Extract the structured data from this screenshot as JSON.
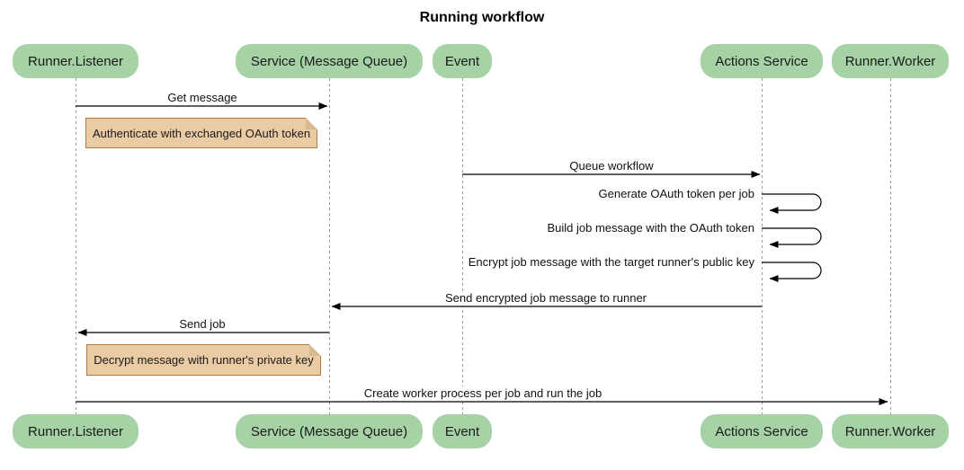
{
  "title": "Running workflow",
  "actors": [
    {
      "id": "runner-listener",
      "label": "Runner.Listener"
    },
    {
      "id": "service-message-queue",
      "label": "Service (Message Queue)"
    },
    {
      "id": "event",
      "label": "Event"
    },
    {
      "id": "actions-service",
      "label": "Actions Service"
    },
    {
      "id": "runner-worker",
      "label": "Runner.Worker"
    }
  ],
  "messages": [
    {
      "from": "Runner.Listener",
      "to": "Service (Message Queue)",
      "direction": "right",
      "label": "Get message"
    },
    {
      "from": "Event",
      "to": "Actions Service",
      "direction": "right",
      "label": "Queue workflow"
    },
    {
      "self": "Actions Service",
      "label": "Generate OAuth token per job"
    },
    {
      "self": "Actions Service",
      "label": "Build job message with the OAuth token"
    },
    {
      "self": "Actions Service",
      "label": "Encrypt job message with the target runner's public key"
    },
    {
      "from": "Actions Service",
      "to": "Service (Message Queue)",
      "direction": "left",
      "label": "Send encrypted job message to runner"
    },
    {
      "from": "Service (Message Queue)",
      "to": "Runner.Listener",
      "direction": "left",
      "label": "Send job"
    },
    {
      "from": "Runner.Listener",
      "to": "Runner.Worker",
      "direction": "right",
      "label": "Create worker process per job and run the job"
    }
  ],
  "notes": [
    {
      "anchor": "Runner.Listener",
      "label": "Authenticate with exchanged OAuth token"
    },
    {
      "anchor": "Runner.Listener",
      "label": "Decrypt message with runner's private key"
    }
  ],
  "colors": {
    "actor_fill": "#A5D3A5",
    "note_fill": "#EBCBA4",
    "note_border": "#AD7C3F",
    "note_fold": "#D9B98E",
    "lifeline": "#9C9C9C",
    "arrow": "#000000"
  }
}
